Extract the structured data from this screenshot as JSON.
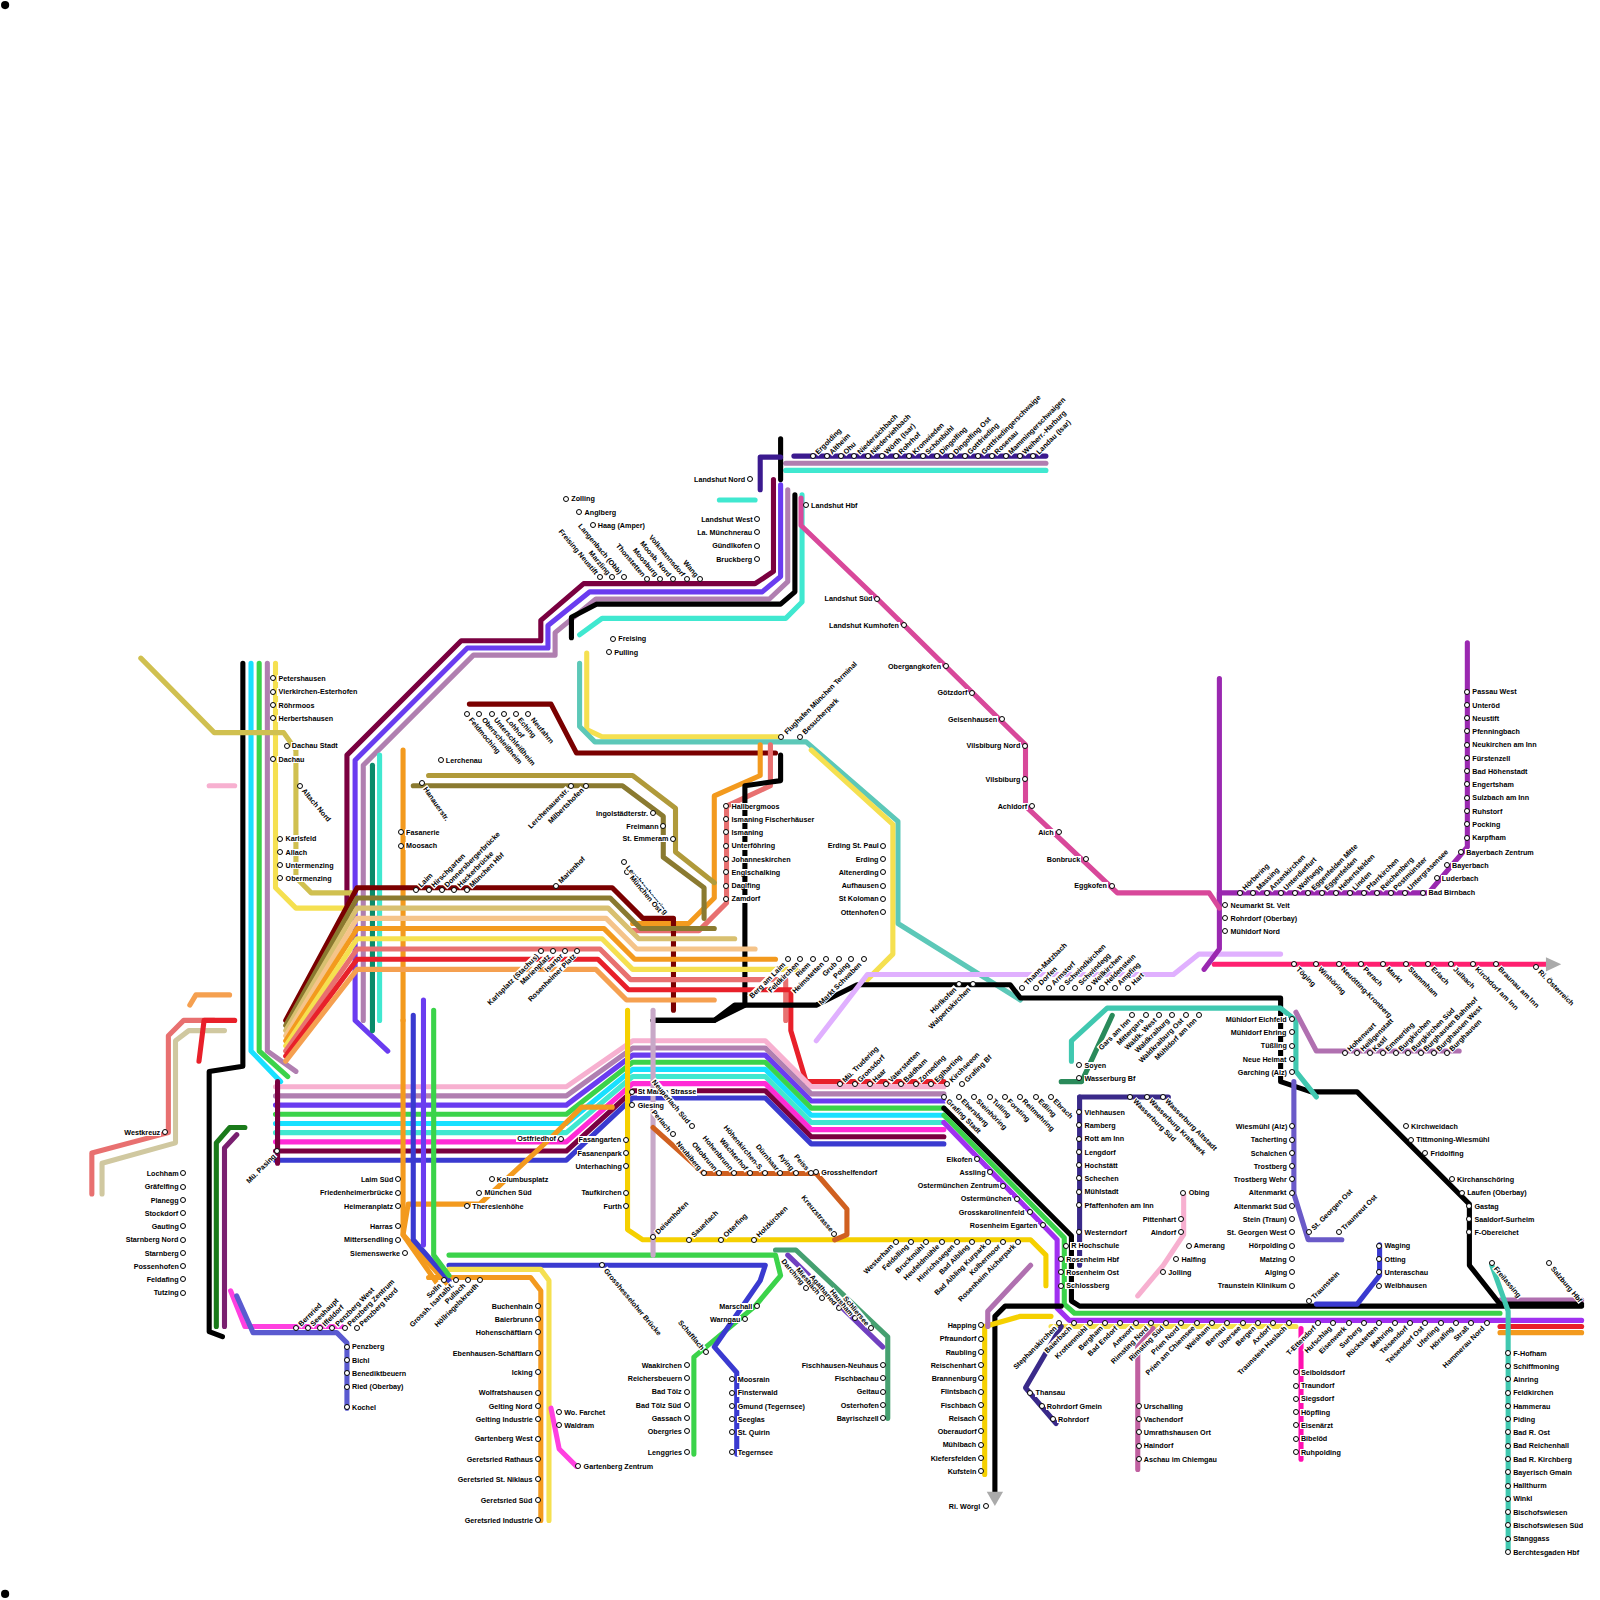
{
  "diagram": {
    "labels": [
      "Ergolding",
      "Altheim",
      "Ohu",
      "Niederaichbach",
      "Niederviehbach",
      "Wörth (Isar)",
      "Rohrhof",
      "Kronwieden",
      "Schönbühl",
      "Dingolfing",
      "Dingolfing Ost",
      "Gottfrieding",
      "Gottfriedingerschwaige",
      "Rosenau",
      "Mammingerschwaigen",
      "Weiherr.-Harburg",
      "Landau (Isar)",
      "Landshut Nord",
      "Landshut Hbf",
      "Landshut West",
      "La. Münchnerau",
      "Gündlkofen",
      "Bruckberg",
      "Landshut Süd",
      "Landshut Kumhofen",
      "Obergangkofen",
      "Götzdorf",
      "Geisenhausen",
      "Vilsbiburg Nord",
      "Vilsbiburg",
      "Achldorf",
      "Aich",
      "Bonbruck",
      "Eggkofen",
      "Zolling",
      "Anglberg",
      "Haag (Amper)",
      "Freising Neustift",
      "Marzling",
      "Langenbach (Obb)",
      "Thonstetten",
      "Moosburg",
      "Moosb. Nord",
      "Volkmannsdorf",
      "Wang",
      "Freising",
      "Pulling",
      "Flughafen München Terminal",
      "Besucherpark",
      "Lerchenau",
      "Feldmoching",
      "Oberschleißheim",
      "Unterschleißheim",
      "Lohhof",
      "Eching",
      "Neufahrn",
      "Hanauerstr.",
      "Fasanerie",
      "Moosach",
      "Petershausen",
      "Vierkirchen-Esterhofen",
      "Röhrmoos",
      "Herbertshausen",
      "Dachau Stadt",
      "Dachau",
      "Altach Nord",
      "Karlsfeld",
      "Allach",
      "Untermenzing",
      "Obermenzing",
      "Lerchenauerstr.",
      "Milbertshofen",
      "Ingolstädterstr.",
      "Freimann",
      "St. Emmeram",
      "Hallbergmoos",
      "Ismaning Fischerhäuser",
      "Ismaning",
      "Unterföhring",
      "Johanneskirchen",
      "Englschalking",
      "Daglfing",
      "Zamdorf",
      "Leuchtenbergring",
      "München Ost",
      "Erding St. Paul",
      "Erding",
      "Altenerding",
      "Aufhausen",
      "St Koloman",
      "Ottenhofen",
      "Berg am Laim",
      "Feldkirchen",
      "Riem",
      "Heimstetten",
      "Grub",
      "Poing",
      "Markt Schwaben",
      "Hörlkofen",
      "Walpertskirchen",
      "Thann-Matzbach",
      "Dorfen",
      "Armstorf",
      "Schwindkirchen",
      "Schwindegg",
      "Weilkirchen",
      "Heldenstein",
      "Ampfing",
      "Hart",
      "Gars am Inn",
      "Mittergars",
      "Waldk. West",
      "Waldkraiburg",
      "Waldkraiburg Ost",
      "Mühldorf am Inn",
      "Neumarkt St. Veit",
      "Rohrdorf (Oberbay)",
      "Mühldorf Nord",
      "Hörbering",
      "Massing",
      "Anzenkirchen",
      "Unterdietfurt",
      "Wolfsegg",
      "Eggenfelden Mitte",
      "Eggenfelden",
      "Hebertsfelden",
      "Linden",
      "Pfarrkirchen",
      "Reichenberg",
      "Postmünster",
      "Untergrasensee",
      "Bad Birnbach",
      "Passau West",
      "Unteröd",
      "Neustift",
      "Pfenningbach",
      "Neukirchen am Inn",
      "Fürstenzell",
      "Bad Höhenstadt",
      "Engertsham",
      "Sulzbach am Inn",
      "Ruhstorf",
      "Pocking",
      "Karpfham",
      "Bayerbach Zentrum",
      "Bayerbach",
      "Luderbach",
      "Töging",
      "Winhöring",
      "Neuötting-Kronberg",
      "Perach",
      "Markt",
      "Stammham",
      "Erlach",
      "Julbach",
      "Kirchdorf am Inn",
      "Braunau am Inn",
      "Ri. Österreich",
      "Mühldorf Eichfeld",
      "Mühldorf Ehring",
      "Tüßling",
      "Neue Heimat",
      "Garching (Alz)",
      "Hohenwart",
      "Heiligenstatt",
      "Kastl",
      "Emmerting",
      "Burgkirchen",
      "Burgkirchen Süd",
      "Burghausen Bahnhof",
      "Burghausen West",
      "Burghausen",
      "Wiesmühl (Alz)",
      "Tacherting",
      "Schalchen",
      "Trostberg",
      "Trostberg Wehr",
      "Altenmarkt",
      "Altenmarkt Süd",
      "Stein (Traun)",
      "St. Georgen West",
      "Hörpolding",
      "Matzing",
      "Alging",
      "Traunstein Klinikum",
      "St. Georgen Ost",
      "Traunreut Ost",
      "Kirchweidach",
      "Tittmoning-Wiesmühl",
      "Fridolfing",
      "Kirchanschöring",
      "Laufen (Oberbay)",
      "Gastag",
      "Saaldorf-Surheim",
      "F-Obereichet",
      "Waging",
      "Otting",
      "Unteraschau",
      "Weibhausen",
      "Traunstein",
      "Freilassing",
      "Salzburg Hbf",
      "F-Hofham",
      "Schiffmoning",
      "Ainring",
      "Feldkirchen",
      "Hammerau",
      "Piding",
      "Bad R. Ost",
      "Bad Reichenhall",
      "Bad R. Kirchberg",
      "Bayerisch Gmain",
      "Hallthurm",
      "Winkl",
      "Bischofswiesen",
      "Bischofswiesen Süd",
      "Stanggass",
      "Berchtesgaden Hbf",
      "Seiboldsdorf",
      "Traundorf",
      "Siegsdorf",
      "Höpfling",
      "Eisenärzt",
      "Bibelöd",
      "Ruhpolding",
      "Stephanskirchen",
      "Baierbach",
      "Krottenmühl",
      "Bergham",
      "Bad Endorf",
      "Antwort",
      "Rimsting Nord",
      "Rimsting Süd",
      "Prien Nord",
      "Prien am Chiemsee",
      "Weisham",
      "Bernau",
      "Übersee",
      "Bergen",
      "Axdorf",
      "Traunstein Haslach",
      "T-Ettendorf",
      "Hufschlag",
      "Eisenwerk",
      "Surberg",
      "Rückstetten",
      "Mehring",
      "Teisendorf",
      "Teisendorf Ost",
      "Uferling",
      "Hörafing",
      "Straß",
      "Hammerau Nord",
      "Obing",
      "Pittenhart",
      "Aindorf",
      "Amerang",
      "Halfing",
      "Jolling",
      "Urschalling",
      "Vachendorf",
      "Umrathshausen Ort",
      "Haindorf",
      "Aschau im Chiemgau",
      "Soyen",
      "Wasserburg Bf",
      "Wasserburg Süd",
      "Wasserburg Kraftwerk",
      "Wasserburg Altstadt",
      "Viehhausen",
      "Ramberg",
      "Rott am Inn",
      "Lengdorf",
      "Hochstätt",
      "Schechen",
      "Mühlstadt",
      "Pfaffenhofen am Inn",
      "Westerndorf",
      "R Hochschule",
      "Rosenheim Hbf",
      "Rosenheim Ost",
      "Schlossberg",
      "Happing",
      "Pfraundorf",
      "Raubling",
      "Reischenhart",
      "Brannenburg",
      "Flintsbach",
      "Fischbach",
      "Reisach",
      "Oberaudorf",
      "Mühlbach",
      "Kiefersfelden",
      "Kufstein",
      "Ri. Wörgl",
      "Thansau",
      "Rohrdorf Gmein",
      "Rohrdorf",
      "Mü. Trudering",
      "Gronsdorf",
      "Haar",
      "Vaterstetten",
      "Baldham",
      "Zorneding",
      "Eglharting",
      "Kirchseeon",
      "Grafing Bf",
      "Grafing Stadt",
      "Ebersberg",
      "Steinhöring",
      "Tulling",
      "Forsting",
      "Reitmehring",
      "Edling",
      "Ebrach",
      "Elkofen",
      "Assling",
      "Ostermünchen Zentrum",
      "Ostermünchen",
      "Grosskarolinenfeld",
      "Rosenheim Egarten",
      "Westerham",
      "Feldolling",
      "Bruckmühl",
      "Heufeldmühle",
      "Hinrichssegen",
      "Bad Aibling",
      "Bad Aibling Kurpark",
      "Kolbermoor",
      "Rosenheim Aicherpark",
      "Deisenhofen",
      "Sauerlach",
      "Otterfing",
      "Holzkirchen",
      "Grosshesseloher Brücke",
      "Schaftlach",
      "Marschall",
      "Warngau",
      "Waakirchen",
      "Reichersbeuern",
      "Bad Tölz",
      "Bad Tölz Süd",
      "Gassach",
      "Obergries",
      "Lenggries",
      "Moosrain",
      "Finsterwald",
      "Gmund (Tegernsee)",
      "Seeglas",
      "St. Quirin",
      "Tegernsee",
      "Darching",
      "Miesbach",
      "Agatharied",
      "Hausham",
      "Schliersee",
      "Fischhausen-Neuhaus",
      "Fischbachau",
      "Geitau",
      "Osterhofen",
      "Bayrischzell",
      "Buchenhain",
      "Baierbrunn",
      "Hohenschäftlarn",
      "Ebenhausen-Schäftlarn",
      "Icking",
      "Wolfratshausen",
      "Gelting Nord",
      "Gelting Industrie",
      "Gartenberg West",
      "Geretsried Rathaus",
      "Geretsried St. Niklaus",
      "Geretsried Süd",
      "Geretsried Industrie",
      "Wo. Farchet",
      "Waldram",
      "Gartenberg Zentrum",
      "Solln",
      "Grossh. Isartalbf.",
      "Pullach",
      "Höllriegelskreuth",
      "St Martin Strasse",
      "Giesing",
      "Fasangarten",
      "Fasanenpark",
      "Unterhaching",
      "Taufkirchen",
      "Furth",
      "Perlach",
      "Neuperlach Süd",
      "Neubiberg",
      "Ottobrunn",
      "Hohenbrunn",
      "Wächterhof",
      "Höhenkirchen-S.",
      "Dürnhaar",
      "Aying",
      "Peiss",
      "Grosshelfendorf",
      "Kreuzstrasse",
      "Ostfriedhof",
      "Kolumbusplatz",
      "München Süd",
      "Theresienhöhe",
      "Laim Süd",
      "Friedenheimerbrücke",
      "Heimeranplatz",
      "Harras",
      "Mittersendling",
      "Siemenswerke",
      "Laim",
      "Hirschgarten",
      "Donnersbergerbrücke",
      "Hackerbrücke",
      "München Hbf",
      "Marienhof",
      "Karlsplatz (Stachus)",
      "Marienplatz",
      "Isartor",
      "Rosenheimer Platz",
      "Westkreuz",
      "Mü. Pasing",
      "Lochham",
      "Gräfelfing",
      "Planegg",
      "Stockdorf",
      "Gauting",
      "Starnberg Nord",
      "Starnberg",
      "Possenhofen",
      "Feldafing",
      "Tutzing",
      "Bernried",
      "Seeshaupt",
      "Iffeldorf",
      "Penzberg West",
      "Penzberg Zentrum",
      "Penzberg Nord",
      "Penzberg",
      "Bichl",
      "Benediktbeuern",
      "Ried (Oberbay)",
      "Kochel"
    ]
  }
}
